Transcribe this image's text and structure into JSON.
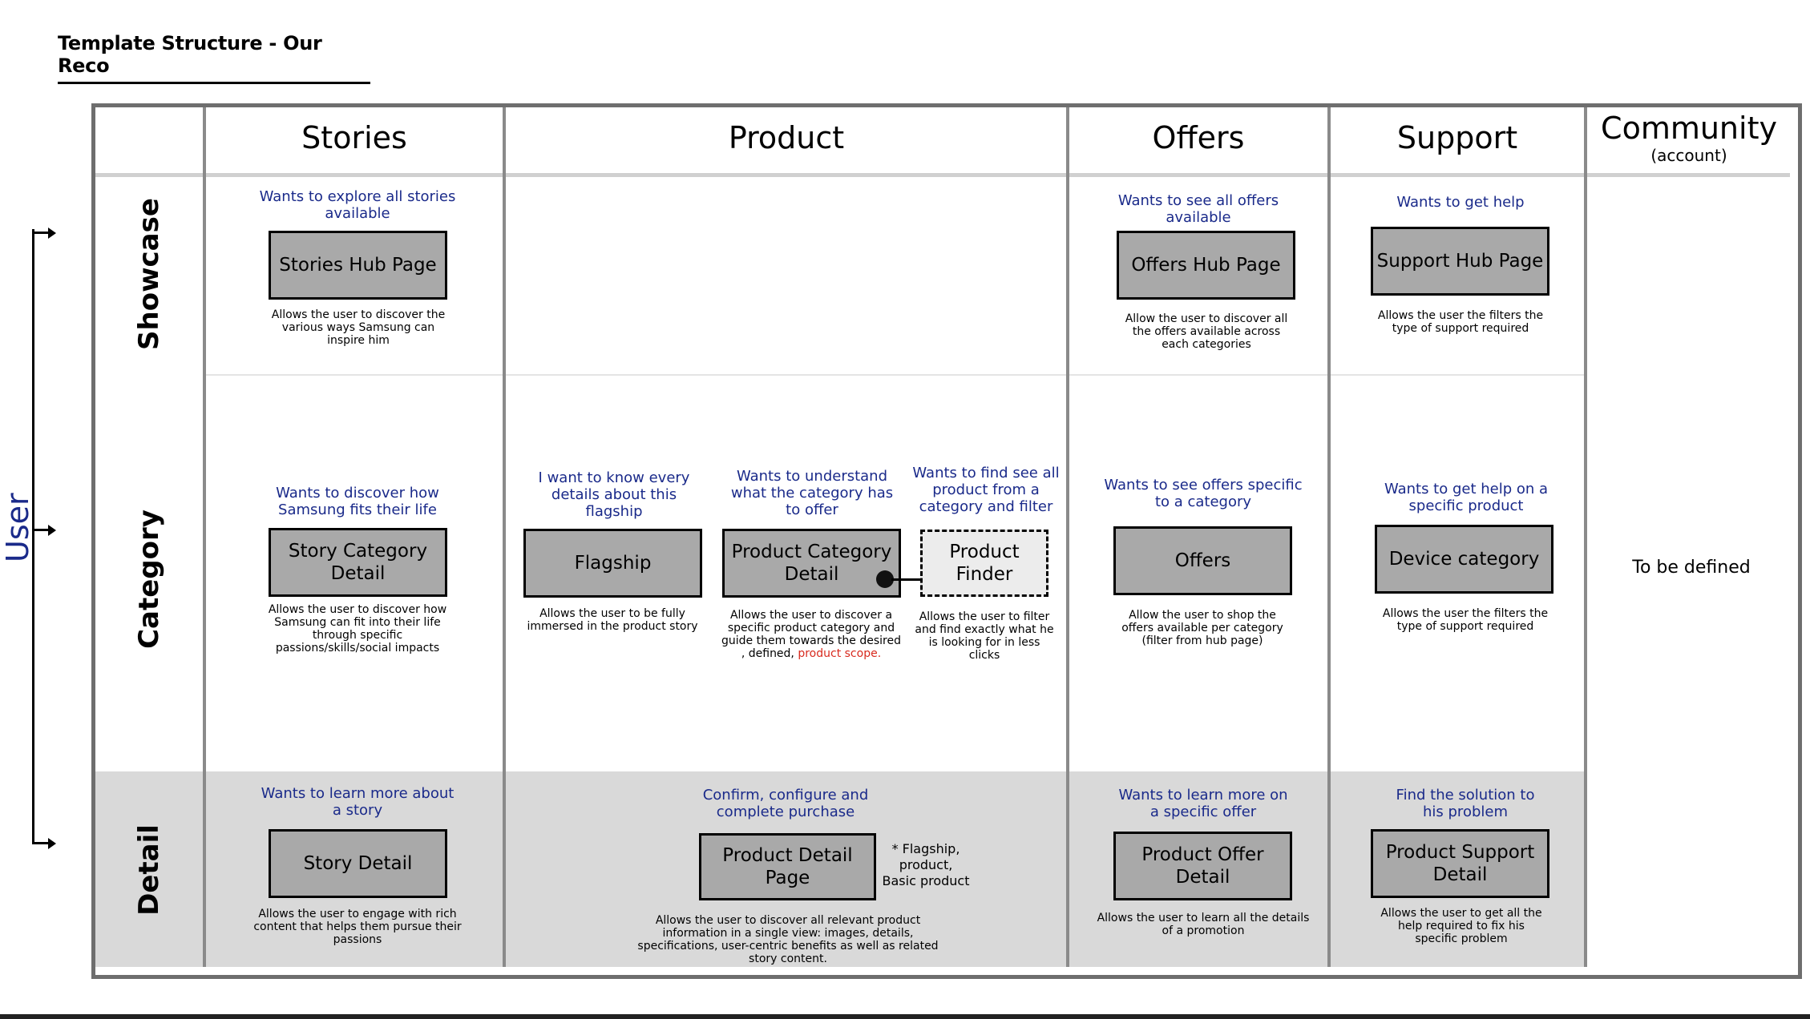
{
  "title": "Template Structure - Our Reco",
  "axis_label": "User",
  "columns": {
    "stories": "Stories",
    "product": "Product",
    "offers": "Offers",
    "support": "Support",
    "community": "Community",
    "community_sub": "(account)"
  },
  "rows": {
    "showcase": "Showcase",
    "category": "Category",
    "detail": "Detail"
  },
  "cells": {
    "stories_showcase": {
      "want": "Wants to explore all stories available",
      "box": "Stories Hub Page",
      "desc": "Allows the user to discover the various ways Samsung can inspire him"
    },
    "stories_category": {
      "want": "Wants to discover how Samsung fits their life",
      "box": "Story Category Detail",
      "desc": "Allows the user to discover how Samsung can fit into their life through specific passions/skills/social impacts"
    },
    "stories_detail": {
      "want": "Wants to learn more about a story",
      "box": "Story Detail",
      "desc": "Allows the user to engage with rich content that helps them pursue their passions"
    },
    "flagship": {
      "want": "I want to know every details about this flagship",
      "box": "Flagship",
      "desc": "Allows the user to be fully immersed in the product story"
    },
    "product_category": {
      "want": "Wants to understand what the category has to offer",
      "box": "Product Category Detail",
      "desc": "Allows the user to discover a specific product category and guide them towards the desired , defined,",
      "desc_red": "product scope."
    },
    "product_finder": {
      "want": "Wants to find see all product from a category and filter",
      "box": "Product Finder",
      "desc": "Allows the user to filter and find exactly what he is looking for in less clicks"
    },
    "product_detail": {
      "want": "Confirm, configure and complete purchase",
      "box": "Product Detail Page",
      "note": "* Flagship, product, Basic product",
      "desc": "Allows the user to discover all relevant product information in a single view: images, details, specifications, user-centric benefits as well as related story content."
    },
    "offers_showcase": {
      "want": "Wants to see all offers available",
      "box": "Offers Hub Page",
      "desc": "Allow the user to discover all the offers available across each categories"
    },
    "offers_category": {
      "want": "Wants to see offers specific to a category",
      "box": "Offers",
      "desc": "Allow the user to shop the offers available per category (filter from hub page)"
    },
    "offers_detail": {
      "want": "Wants to learn more on a specific offer",
      "box": "Product Offer Detail",
      "desc": "Allows the user to learn all the details of a promotion"
    },
    "support_showcase": {
      "want": "Wants to get help",
      "box": "Support Hub Page",
      "desc": "Allows the user the filters the type of support required"
    },
    "support_category": {
      "want": "Wants to get help on a specific product",
      "box": "Device category",
      "desc": "Allows the user the filters the type of support required"
    },
    "support_detail": {
      "want": "Find the solution to his problem",
      "box": "Product Support Detail",
      "desc": "Allows the user to get all the help required to fix his specific problem"
    },
    "community": {
      "text": "To be defined"
    }
  }
}
